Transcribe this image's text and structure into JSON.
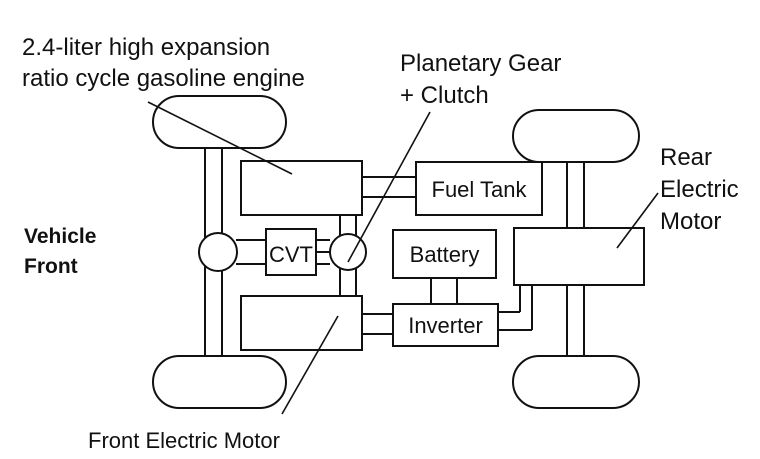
{
  "labels": {
    "engine_line1": "2.4-liter high expansion",
    "engine_line2": "ratio cycle gasoline engine",
    "gear_line1": "Planetary Gear",
    "gear_line2": "+ Clutch",
    "rear_line1": "Rear",
    "rear_line2": "Electric",
    "rear_line3": "Motor",
    "front_line1": "Vehicle",
    "front_line2": "Front",
    "front_motor": "Front Electric Motor"
  },
  "components": {
    "fuel_tank": "Fuel Tank",
    "cvt": "CVT",
    "battery": "Battery",
    "inverter": "Inverter"
  },
  "colors": {
    "ink": "#111111",
    "background": "#ffffff"
  }
}
